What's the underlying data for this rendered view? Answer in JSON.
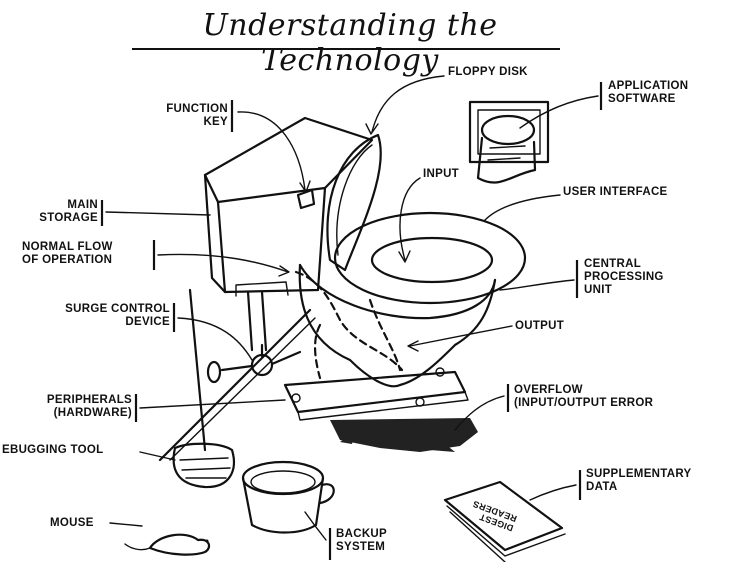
{
  "title": "Understanding the Technology",
  "labels": {
    "floppy_disk": "FLOPPY DISK",
    "application_software": [
      "APPLICATION",
      "SOFTWARE"
    ],
    "function_key": [
      "FUNCTION",
      "KEY"
    ],
    "input": "INPUT",
    "user_interface": "USER INTERFACE",
    "main_storage": [
      "MAIN",
      "STORAGE"
    ],
    "normal_flow": [
      "NORMAL FLOW",
      "OF OPERATION"
    ],
    "cpu": [
      "CENTRAL",
      "PROCESSING",
      "UNIT"
    ],
    "surge_control": [
      "SURGE CONTROL",
      "DEVICE"
    ],
    "output": "OUTPUT",
    "peripherals": [
      "PERIPHERALS",
      "(HARDWARE)"
    ],
    "overflow": [
      "OVERFLOW",
      "(INPUT/OUTPUT ERROR"
    ],
    "debugging_tool": "EBUGGING TOOL",
    "supplementary_data": [
      "SUPPLEMENTARY",
      "DATA"
    ],
    "mouse": "MOUSE",
    "backup_system": [
      "BACKUP",
      "SYSTEM"
    ],
    "book_text": [
      "DIGEST",
      "READERS"
    ]
  }
}
